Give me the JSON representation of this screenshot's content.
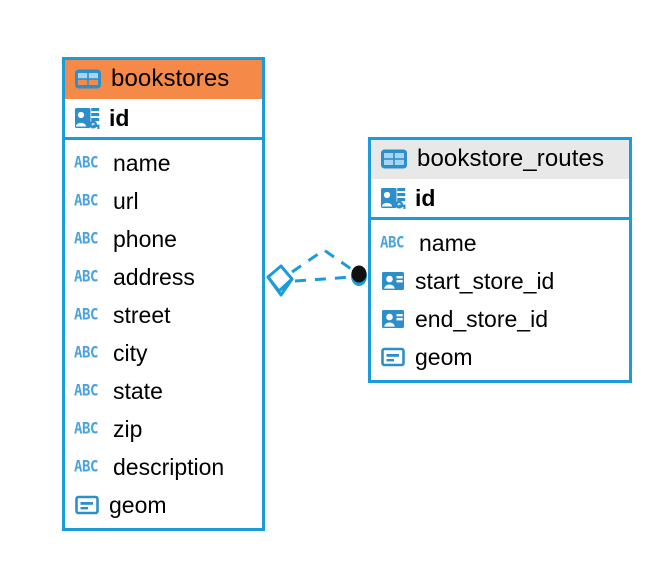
{
  "diagram": {
    "type": "entity-relationship-diagram",
    "background_color": "#ffffff",
    "accent_color": "#1b9bd8",
    "pk_header_color": "#f58a48",
    "fk_header_color": "#e8e8e8",
    "icon_blue": "#2d8fc9",
    "abc_blue": "#4ba3dd"
  },
  "entities": [
    {
      "name": "bookstores",
      "header_icon": "table-icon",
      "header_style": "orange",
      "primary_key": {
        "label": "id",
        "icon": "primary-key-icon"
      },
      "fields": [
        {
          "label": "name",
          "icon": "abc-text-icon"
        },
        {
          "label": "url",
          "icon": "abc-text-icon"
        },
        {
          "label": "phone",
          "icon": "abc-text-icon"
        },
        {
          "label": "address",
          "icon": "abc-text-icon"
        },
        {
          "label": "street",
          "icon": "abc-text-icon"
        },
        {
          "label": "city",
          "icon": "abc-text-icon"
        },
        {
          "label": "state",
          "icon": "abc-text-icon"
        },
        {
          "label": "zip",
          "icon": "abc-text-icon"
        },
        {
          "label": "description",
          "icon": "abc-text-icon"
        },
        {
          "label": "geom",
          "icon": "geometry-icon"
        }
      ]
    },
    {
      "name": "bookstore_routes",
      "header_icon": "table-icon",
      "header_style": "grey",
      "primary_key": {
        "label": "id",
        "icon": "primary-key-icon"
      },
      "fields": [
        {
          "label": "name",
          "icon": "abc-text-icon"
        },
        {
          "label": "start_store_id",
          "icon": "foreign-key-icon"
        },
        {
          "label": "end_store_id",
          "icon": "foreign-key-icon"
        },
        {
          "label": "geom",
          "icon": "geometry-icon"
        }
      ]
    }
  ],
  "relationship": {
    "from_entity": "bookstores",
    "to_entity": "bookstore_routes",
    "from_cardinality": "many",
    "to_cardinality": "one",
    "line_style": "dashed",
    "line_color": "#1b9bd8",
    "end_marker": "filled-circle"
  },
  "icons": {
    "abc_text": "ABC"
  }
}
